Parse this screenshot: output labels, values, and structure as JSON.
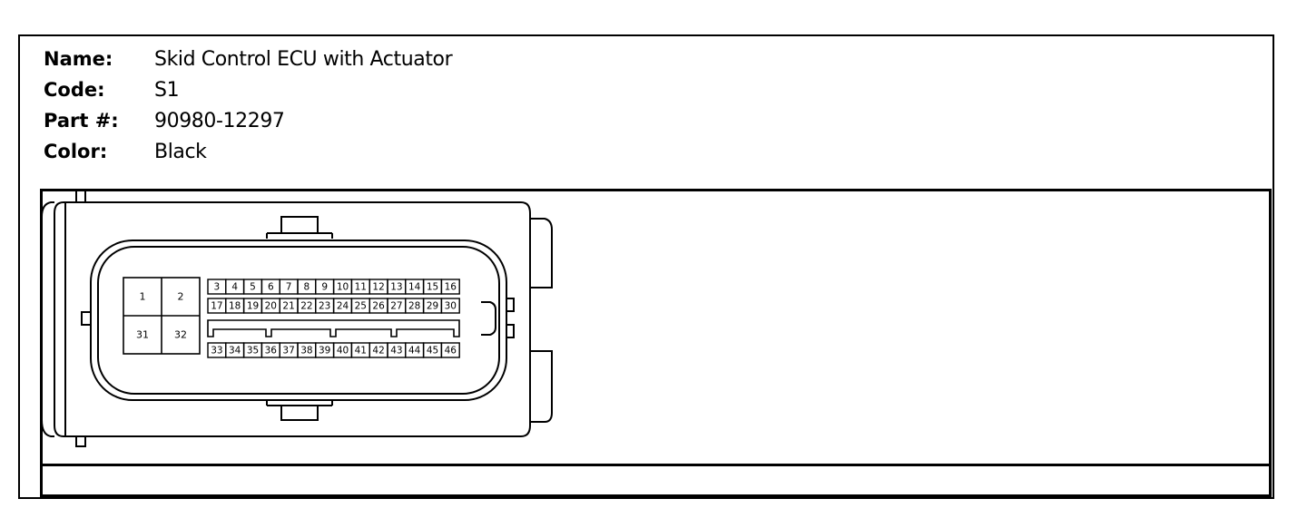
{
  "connector": {
    "name_label": "Name:",
    "name_value": "Skid Control ECU with Actuator",
    "code_label": "Code:",
    "code_value": "S1",
    "part_label": "Part #:",
    "part_value": "90980-12297",
    "color_label": "Color:",
    "color_value": "Black"
  },
  "pins": {
    "large": [
      "1",
      "2",
      "31",
      "32"
    ],
    "row1": [
      "3",
      "4",
      "5",
      "6",
      "7",
      "8",
      "9",
      "10",
      "11",
      "12",
      "13",
      "14",
      "15",
      "16"
    ],
    "row2": [
      "17",
      "18",
      "19",
      "20",
      "21",
      "22",
      "23",
      "24",
      "25",
      "26",
      "27",
      "28",
      "29",
      "30"
    ],
    "row3": [
      "33",
      "34",
      "35",
      "36",
      "37",
      "38",
      "39",
      "40",
      "41",
      "42",
      "43",
      "44",
      "45",
      "46"
    ]
  }
}
